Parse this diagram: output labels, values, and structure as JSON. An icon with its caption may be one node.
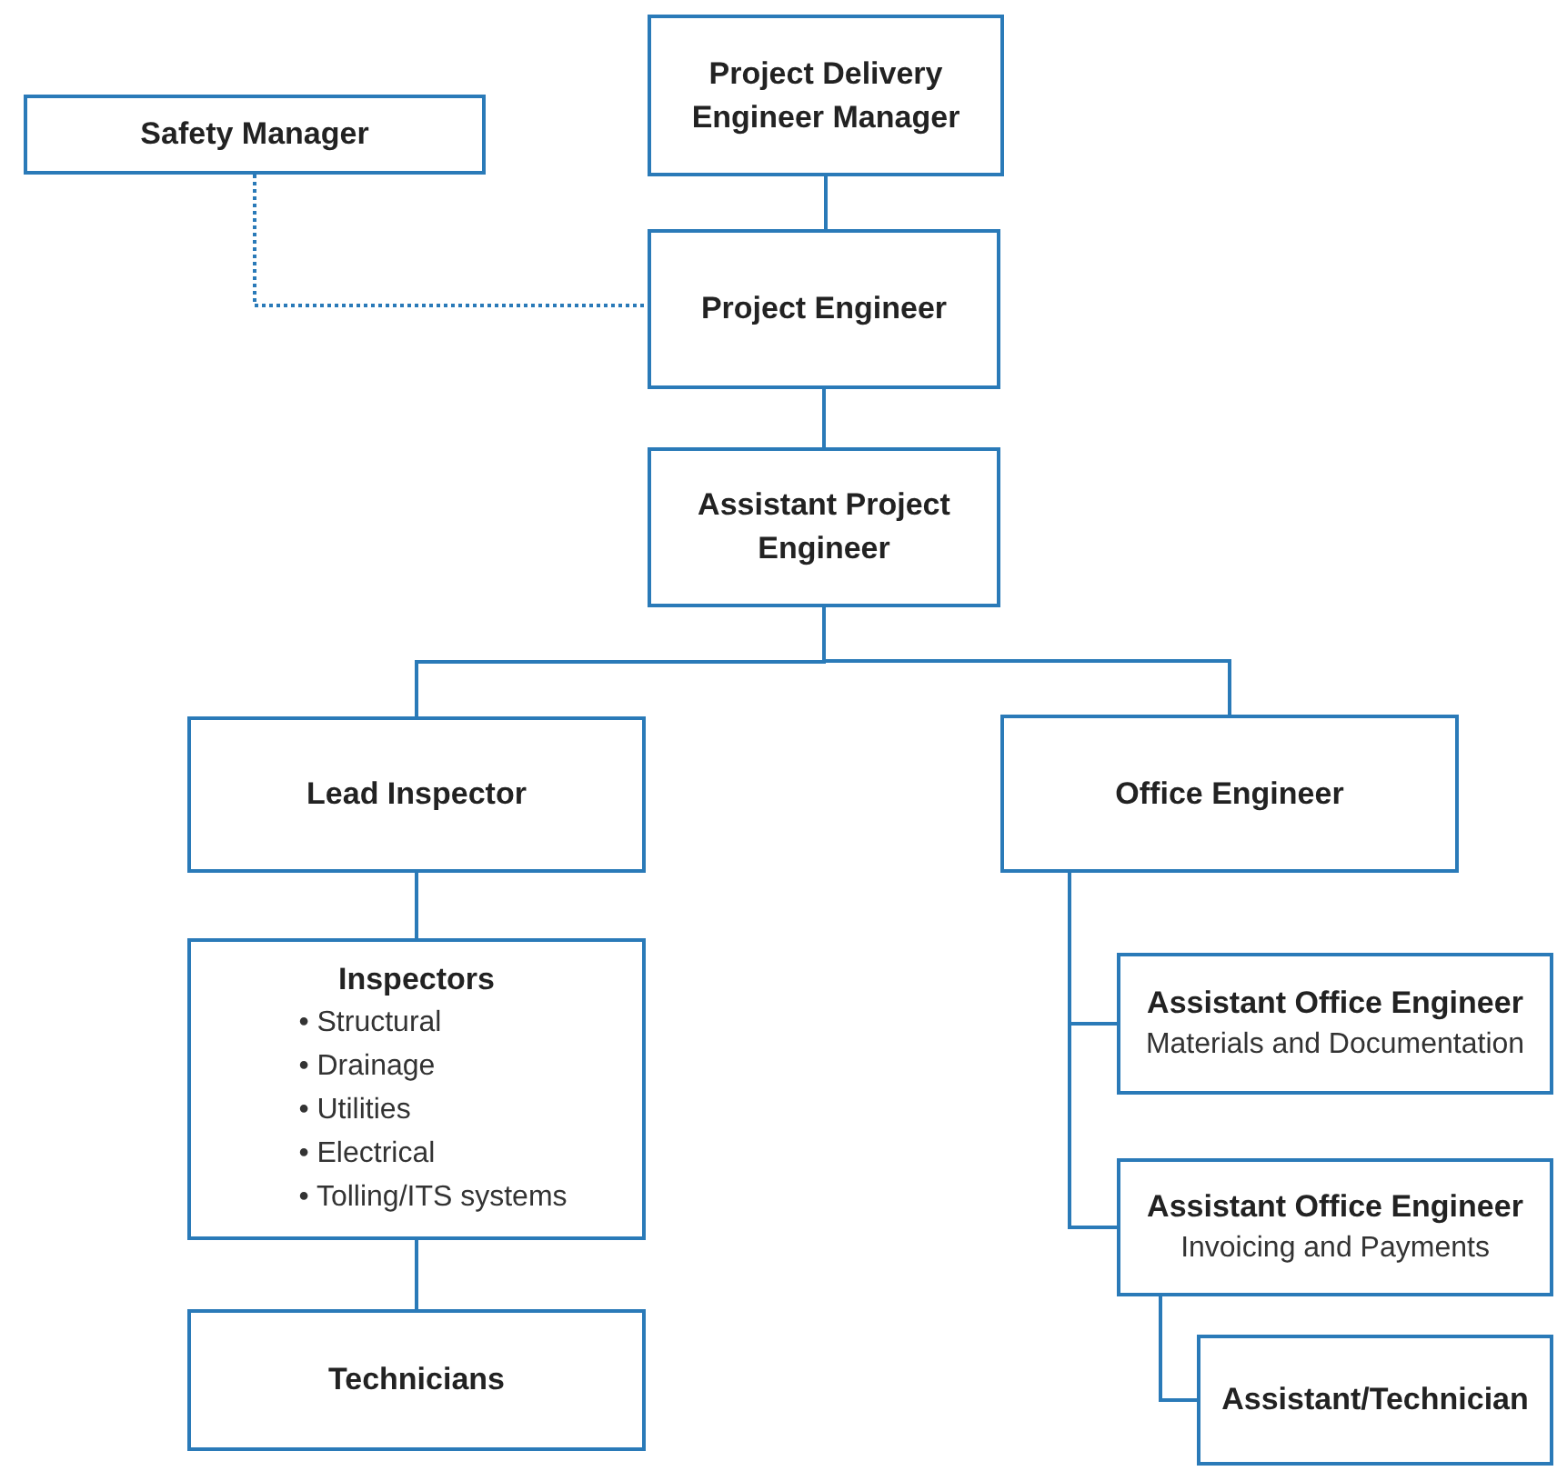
{
  "diagram": {
    "nodes": [
      {
        "text": [
          "Safety Manager"
        ]
      },
      {
        "text": [
          "Project Delivery Engineer Manager"
        ]
      },
      {
        "text": [
          "Project Engineer"
        ]
      },
      {
        "text": [
          "Assistant Project Engineer"
        ]
      },
      {
        "text": [
          "Lead Inspector"
        ]
      },
      {
        "text": [
          "Office Engineer"
        ]
      },
      {
        "text": [
          "Inspectors",
          "• Structural",
          "• Drainage",
          "• Utilities",
          "• Electrical",
          "• Tolling/ITS systems"
        ]
      },
      {
        "text": [
          "Technicians"
        ]
      },
      {
        "text": [
          "Assistant Office Engineer",
          "Materials and Documentation"
        ]
      },
      {
        "text": [
          "Assistant Office Engineer",
          "Invoicing and Payments"
        ]
      },
      {
        "text": [
          "Assistant/Technician"
        ]
      }
    ],
    "edges": [
      {
        "from": 1,
        "to": 2,
        "arrow": "none"
      },
      {
        "from": 0,
        "to": 2,
        "arrow": "none",
        "style": "dashed"
      },
      {
        "from": 2,
        "to": 3,
        "arrow": "none"
      },
      {
        "from": 3,
        "to": 4,
        "arrow": "none"
      },
      {
        "from": 3,
        "to": 5,
        "arrow": "none"
      },
      {
        "from": 4,
        "to": 6,
        "arrow": "none"
      },
      {
        "from": 6,
        "to": 7,
        "arrow": "none"
      },
      {
        "from": 5,
        "to": 8,
        "arrow": "none"
      },
      {
        "from": 5,
        "to": 9,
        "arrow": "none"
      },
      {
        "from": 9,
        "to": 10,
        "arrow": "none"
      }
    ]
  }
}
